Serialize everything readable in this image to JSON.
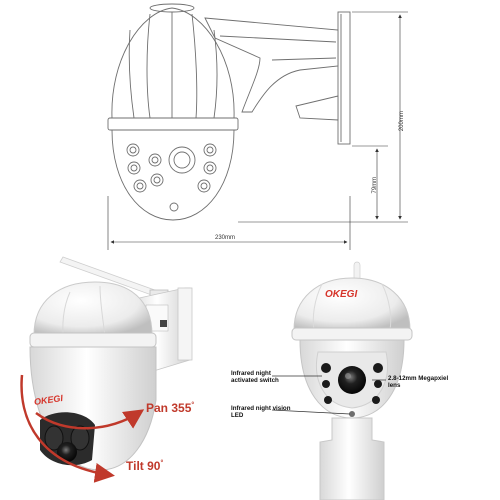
{
  "colors": {
    "line": "#6f6f6f",
    "dimension": "#333333",
    "brand_red": "#d6342a",
    "motion_red": "#c0392b",
    "camera_white": "#f1f1f1",
    "camera_shadow": "#bdbdbd",
    "lens_dark": "#1b1b1b"
  },
  "diagram": {
    "dim_width": "230mm",
    "dim_height_total": "200mm",
    "dim_height_dome": "79mm"
  },
  "left_photo": {
    "brand": "OKEGI",
    "pan_label": "Pan 355",
    "tilt_label": "Tilt 90",
    "degree": "°"
  },
  "right_photo": {
    "brand": "OKEGI",
    "callout_switch_line1": "Infrared night",
    "callout_switch_line2": "activated switch",
    "callout_lens_line1": "2.8-12mm Megapxiel",
    "callout_lens_line2": "lens",
    "callout_led_line1": "Infrared night vision",
    "callout_led_line2": "LED"
  },
  "icons": [
    "wifi-antenna-icon",
    "pan-arrow-icon",
    "tilt-arrow-icon"
  ]
}
